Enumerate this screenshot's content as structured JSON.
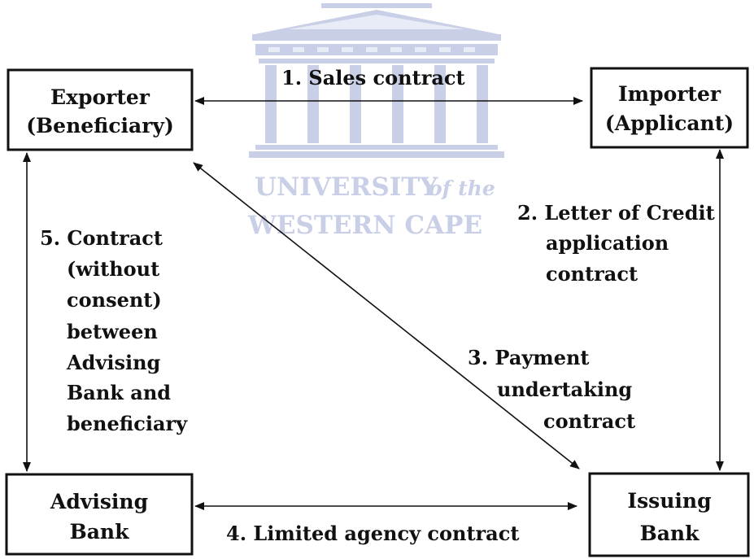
{
  "colors": {
    "ink": "#111111",
    "watermark": "#c9cfe6"
  },
  "watermark": {
    "line1": "UNIVERSITY",
    "line1_suffix": "of the",
    "line2": "WESTERN CAPE"
  },
  "nodes": {
    "exporter": {
      "line1": "Exporter",
      "line2": "(Beneficiary)"
    },
    "importer": {
      "line1": "Importer",
      "line2": "(Applicant)"
    },
    "advising": {
      "line1": "Advising",
      "line2": "Bank"
    },
    "issuing": {
      "line1": "Issuing",
      "line2": "Bank"
    }
  },
  "relations": {
    "r1": {
      "lines": [
        "1. Sales contract"
      ]
    },
    "r2": {
      "lines": [
        "2. Letter of Credit",
        "application",
        "contract"
      ]
    },
    "r3": {
      "lines": [
        "3. Payment",
        "undertaking",
        "contract"
      ]
    },
    "r4": {
      "lines": [
        "4. Limited agency contract"
      ]
    },
    "r5": {
      "lines": [
        "5. Contract",
        "(without",
        "consent)",
        "between",
        "Advising",
        "Bank and",
        "beneficiary"
      ]
    }
  }
}
